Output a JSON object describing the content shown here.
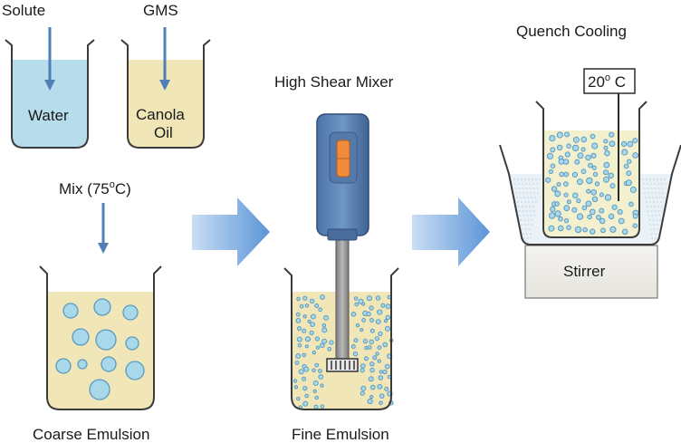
{
  "labels": {
    "solute": "Solute",
    "water": "Water",
    "gms": "GMS",
    "canola_line1": "Canola",
    "canola_line2": "Oil",
    "mix": "Mix (75",
    "mix_sup": "o",
    "mix_end": "C)",
    "coarse": "Coarse Emulsion",
    "mixer_title": "High Shear Mixer",
    "fine": "Fine Emulsion",
    "quench": "Quench Cooling",
    "thermo": "20",
    "thermo_sup": "o",
    "thermo_end": " C",
    "stirrer": "Stirrer"
  },
  "colors": {
    "water": "#b7dded",
    "oil": "#f0e6b8",
    "droplet": "#a9d8ea",
    "droplet_stroke": "#5b9bbf",
    "arrow": "#5a9bd5",
    "arrow_light": "#c5dcf3",
    "mixer_body": "#5e86b8",
    "mixer_dark": "#3f5f8f",
    "button": "#f08b3a",
    "shaft": "#9a9a9a",
    "stirrer_plate": "#f0eee9",
    "ice": "#dce8f2"
  }
}
